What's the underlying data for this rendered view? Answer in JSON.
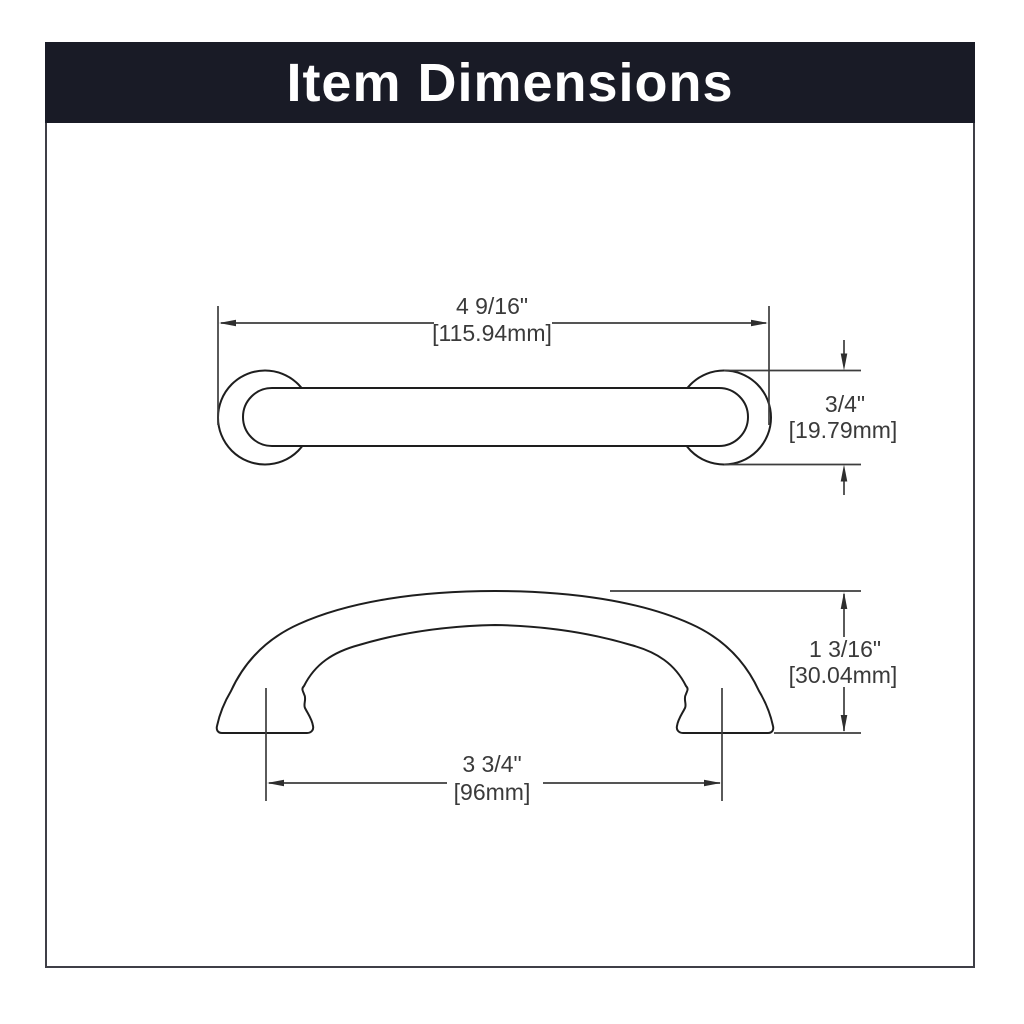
{
  "header": {
    "title": "Item Dimensions"
  },
  "dimensions": {
    "top_view": {
      "length_in": "4 9/16\"",
      "length_mm": "[115.94mm]",
      "diameter_in": "3/4\"",
      "diameter_mm": "[19.79mm]"
    },
    "front_view": {
      "center_to_center_in": "3 3/4\"",
      "center_to_center_mm": "[96mm]",
      "height_in": "1 3/16\"",
      "height_mm": "[30.04mm]"
    }
  },
  "colors": {
    "background": "#ffffff",
    "frame_border": "#3f3f47",
    "header_bg": "#191b26",
    "header_text": "#ffffff",
    "outline": "#1e1e1e",
    "dimension_line": "#3d3d3d",
    "dimension_text": "#3a3a3a"
  }
}
